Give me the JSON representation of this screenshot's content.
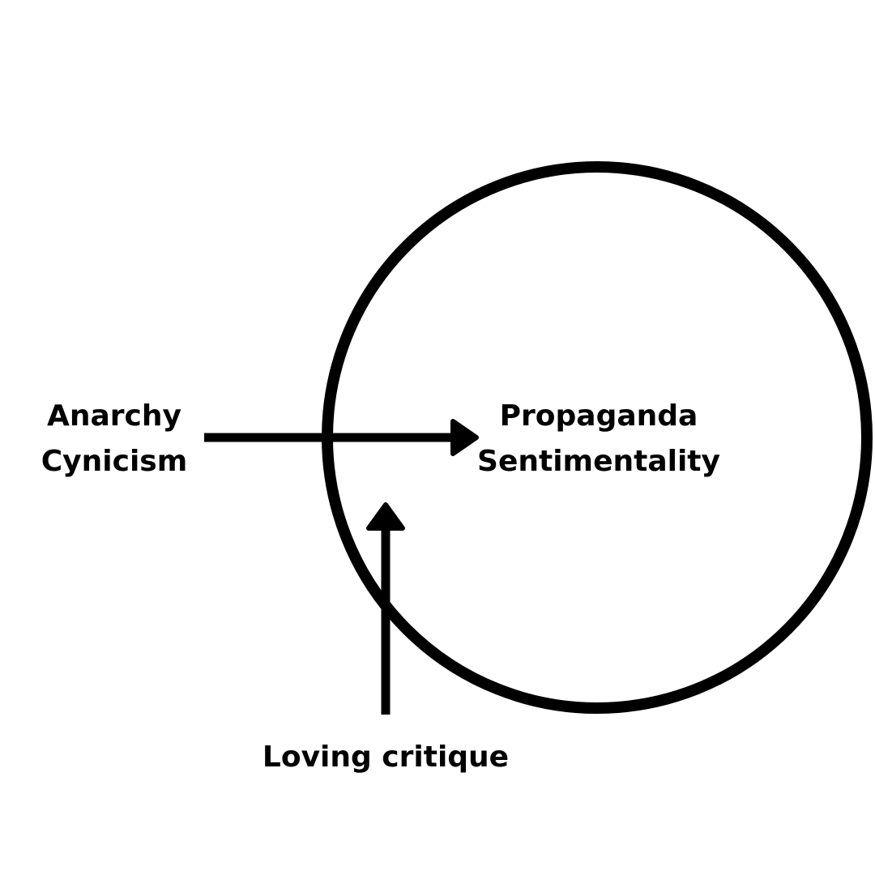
{
  "left_node": {
    "line1": "Anarchy",
    "line2": "Cynicism"
  },
  "center_node": {
    "line1": "Propaganda",
    "line2": "Sentimentality"
  },
  "bottom_node": {
    "label": "Loving critique"
  },
  "colors": {
    "background": "#ffffff",
    "ink": "#000000"
  }
}
